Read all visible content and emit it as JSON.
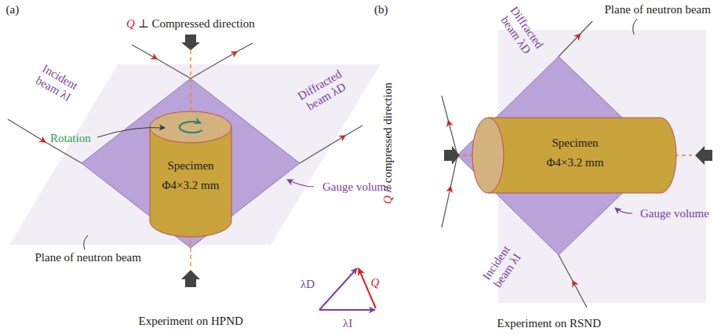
{
  "diagram": {
    "nodes": [
      {
        "text": [
          "Specimen",
          "Φ4×3.2 mm"
        ]
      },
      {
        "text": [
          "Specimen",
          "Φ4×3.2 mm"
        ]
      }
    ],
    "labels": [
      "(a)",
      "Q ⊥ Compressed direction",
      "Incident beam λI",
      "Diffracted beam λD",
      "Rotation",
      "Gauge volume",
      "Plane of neutron beam",
      "Experiment on HPND",
      "λD",
      "Q",
      "λI",
      "(b)",
      "Plane of neutron beam",
      "Diffracted beam λD",
      "Q // compressed direction",
      "Gauge volume",
      "Incident beam λI",
      "Experiment on RSND"
    ]
  }
}
